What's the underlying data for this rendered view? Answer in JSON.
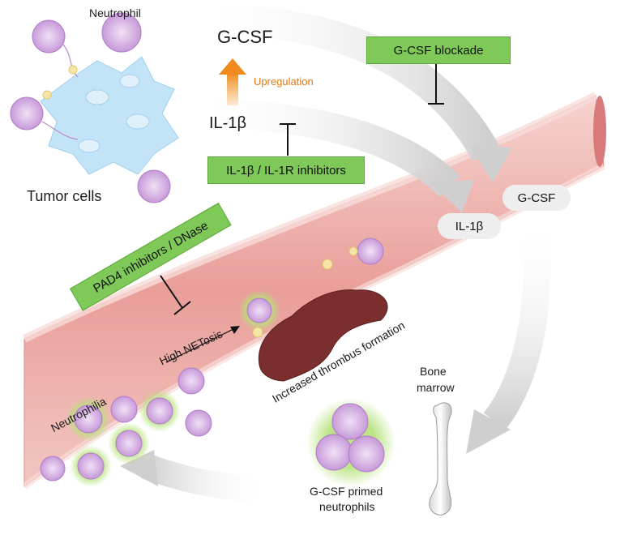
{
  "labels": {
    "neutrophil": "Neutrophil",
    "tumor_cells": "Tumor cells",
    "gcsf_top": "G-CSF",
    "upregulation": "Upregulation",
    "il1b_top": "IL-1β",
    "gcsf_vessel": "G-CSF",
    "il1b_vessel": "IL-1β",
    "high_netosis": "High NETosis",
    "increased_thrombus": "Increased thrombus formation",
    "neutrophilia": "Neutrophilia",
    "bone_marrow_1": "Bone",
    "bone_marrow_2": "marrow",
    "primed_1": "G-CSF primed",
    "primed_2": "neutrophils"
  },
  "inhibitors": {
    "gcsf_blockade": "G-CSF blockade",
    "il1_inhibitors": "IL-1β / IL-1R inhibitors",
    "pad4_dnase": "PAD4 inhibitors / DNase"
  },
  "colors": {
    "inhibitor_box": "#7ec957",
    "vessel": "#ecaeaa",
    "neutrophil": "#d9b8e6",
    "tumor_cell": "#b8dcf2",
    "upregulation_arrow": "#f39a2e",
    "thrombus": "#7a2e2e",
    "flow_arrow": "#d6d6d6"
  }
}
